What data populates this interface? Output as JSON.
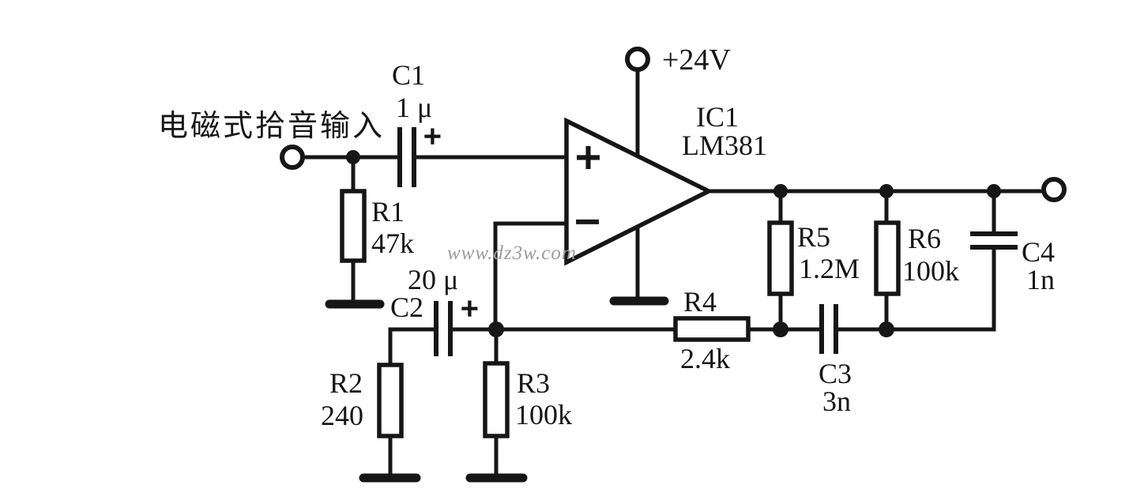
{
  "schematic": {
    "input_label": "电磁式拾音输入",
    "watermark": "www.dz3w.com",
    "supply": {
      "label": "+24V"
    },
    "opamp": {
      "ref": "IC1",
      "part": "LM381",
      "noninverting_mark": "+",
      "inverting_mark": "−"
    },
    "resistors": {
      "r1": {
        "ref": "R1",
        "value": "47k"
      },
      "r2": {
        "ref": "R2",
        "value": "240"
      },
      "r3": {
        "ref": "R3",
        "value": "100k"
      },
      "r4": {
        "ref": "R4",
        "value": "2.4k"
      },
      "r5": {
        "ref": "R5",
        "value": "1.2M"
      },
      "r6": {
        "ref": "R6",
        "value": "100k"
      }
    },
    "capacitors": {
      "c1": {
        "ref": "C1",
        "value": "1 μ",
        "polarity": "+"
      },
      "c2": {
        "ref": "C2",
        "value": "20 μ",
        "polarity": "+"
      },
      "c3": {
        "ref": "C3",
        "value": "3n"
      },
      "c4": {
        "ref": "C4",
        "value": "1n"
      }
    },
    "colors": {
      "ink": "#161616",
      "watermark_gray": "#9c9c9c",
      "paper": "#ffffff"
    }
  }
}
